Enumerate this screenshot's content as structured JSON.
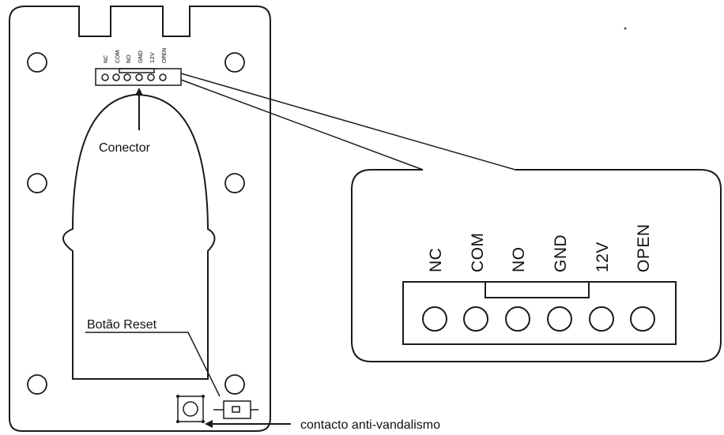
{
  "labels": {
    "connector": "Conector",
    "reset_button": "Botão Reset",
    "tamper_contact": "contacto anti-vandalismo"
  },
  "pins": [
    "NC",
    "COM",
    "NO",
    "GND",
    "12V",
    "OPEN"
  ]
}
